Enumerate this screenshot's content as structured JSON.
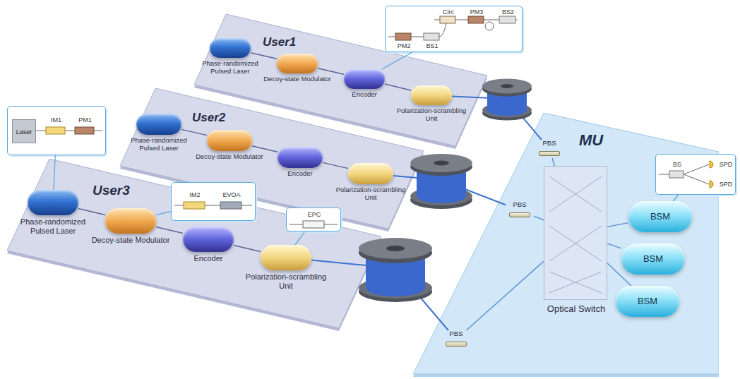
{
  "diagram": {
    "nodes": [
      {
        "text": [
          "User1"
        ]
      },
      {
        "text": [
          "Phase-randomized Pulsed Laser"
        ],
        "in": 0
      },
      {
        "text": [
          "Decoy-state Modulator"
        ],
        "in": 0
      },
      {
        "text": [
          "Encoder"
        ],
        "in": 0
      },
      {
        "text": [
          "Polarization-scrambling Unit"
        ],
        "in": 0
      },
      {
        "text": [
          "User2"
        ]
      },
      {
        "text": [
          "Phase-randomized Pulsed Laser"
        ],
        "in": 5
      },
      {
        "text": [
          "Decoy-state Modulator"
        ],
        "in": 5
      },
      {
        "text": [
          "Encoder"
        ],
        "in": 5
      },
      {
        "text": [
          "Polarization-scrambling Unit"
        ],
        "in": 5
      },
      {
        "text": [
          "User3"
        ]
      },
      {
        "text": [
          "Phase-randomized Pulsed Laser"
        ],
        "in": 10
      },
      {
        "text": [
          "Decoy-state Modulator"
        ],
        "in": 10
      },
      {
        "text": [
          "Encoder"
        ],
        "in": 10
      },
      {
        "text": [
          "Polarization-scrambling Unit"
        ],
        "in": 10
      },
      {
        "text": [
          "MU"
        ]
      },
      {
        "text": [
          "PBS"
        ],
        "in": 15
      },
      {
        "text": [
          "PBS"
        ],
        "in": 15
      },
      {
        "text": [
          "PBS"
        ],
        "in": 15
      },
      {
        "text": [
          "Optical Switch"
        ],
        "in": 15
      },
      {
        "text": [
          "BSM"
        ],
        "in": 15
      },
      {
        "text": [
          "BSM"
        ],
        "in": 15
      },
      {
        "text": [
          "BSM"
        ],
        "in": 15
      },
      {
        "text": [
          "Circ",
          "PM3",
          "BS2",
          "PM2",
          "BS1"
        ]
      },
      {
        "text": [
          "IM1",
          "PM1"
        ]
      },
      {
        "text": [
          "Laser"
        ],
        "in": 24
      },
      {
        "text": [
          "IM2",
          "EVOA"
        ]
      },
      {
        "text": [
          "EPC"
        ]
      },
      {
        "text": [
          "BS",
          "SPD",
          "SPD"
        ]
      }
    ],
    "edges": [
      {
        "from": 1,
        "to": 2,
        "arrow": "none"
      },
      {
        "from": 2,
        "to": 3,
        "arrow": "none"
      },
      {
        "from": 3,
        "to": 4,
        "arrow": "none"
      },
      {
        "from": 6,
        "to": 7,
        "arrow": "none"
      },
      {
        "from": 7,
        "to": 8,
        "arrow": "none"
      },
      {
        "from": 8,
        "to": 9,
        "arrow": "none"
      },
      {
        "from": 11,
        "to": 12,
        "arrow": "none"
      },
      {
        "from": 12,
        "to": 13,
        "arrow": "none"
      },
      {
        "from": 13,
        "to": 14,
        "arrow": "none"
      },
      {
        "from": 4,
        "to": 16,
        "arrow": "none"
      },
      {
        "from": 9,
        "to": 17,
        "arrow": "none"
      },
      {
        "from": 14,
        "to": 18,
        "arrow": "none"
      },
      {
        "from": 16,
        "to": 19,
        "arrow": "none"
      },
      {
        "from": 17,
        "to": 19,
        "arrow": "none"
      },
      {
        "from": 18,
        "to": 19,
        "arrow": "none"
      },
      {
        "from": 19,
        "to": 20,
        "arrow": "none"
      },
      {
        "from": 19,
        "to": 21,
        "arrow": "none"
      },
      {
        "from": 19,
        "to": 22,
        "arrow": "none"
      },
      {
        "from": 3,
        "to": 23,
        "arrow": "none"
      },
      {
        "from": 11,
        "to": 24,
        "arrow": "none"
      },
      {
        "from": 12,
        "to": 26,
        "arrow": "none"
      },
      {
        "from": 14,
        "to": 27,
        "arrow": "none"
      },
      {
        "from": 20,
        "to": 28,
        "arrow": "none"
      }
    ]
  }
}
